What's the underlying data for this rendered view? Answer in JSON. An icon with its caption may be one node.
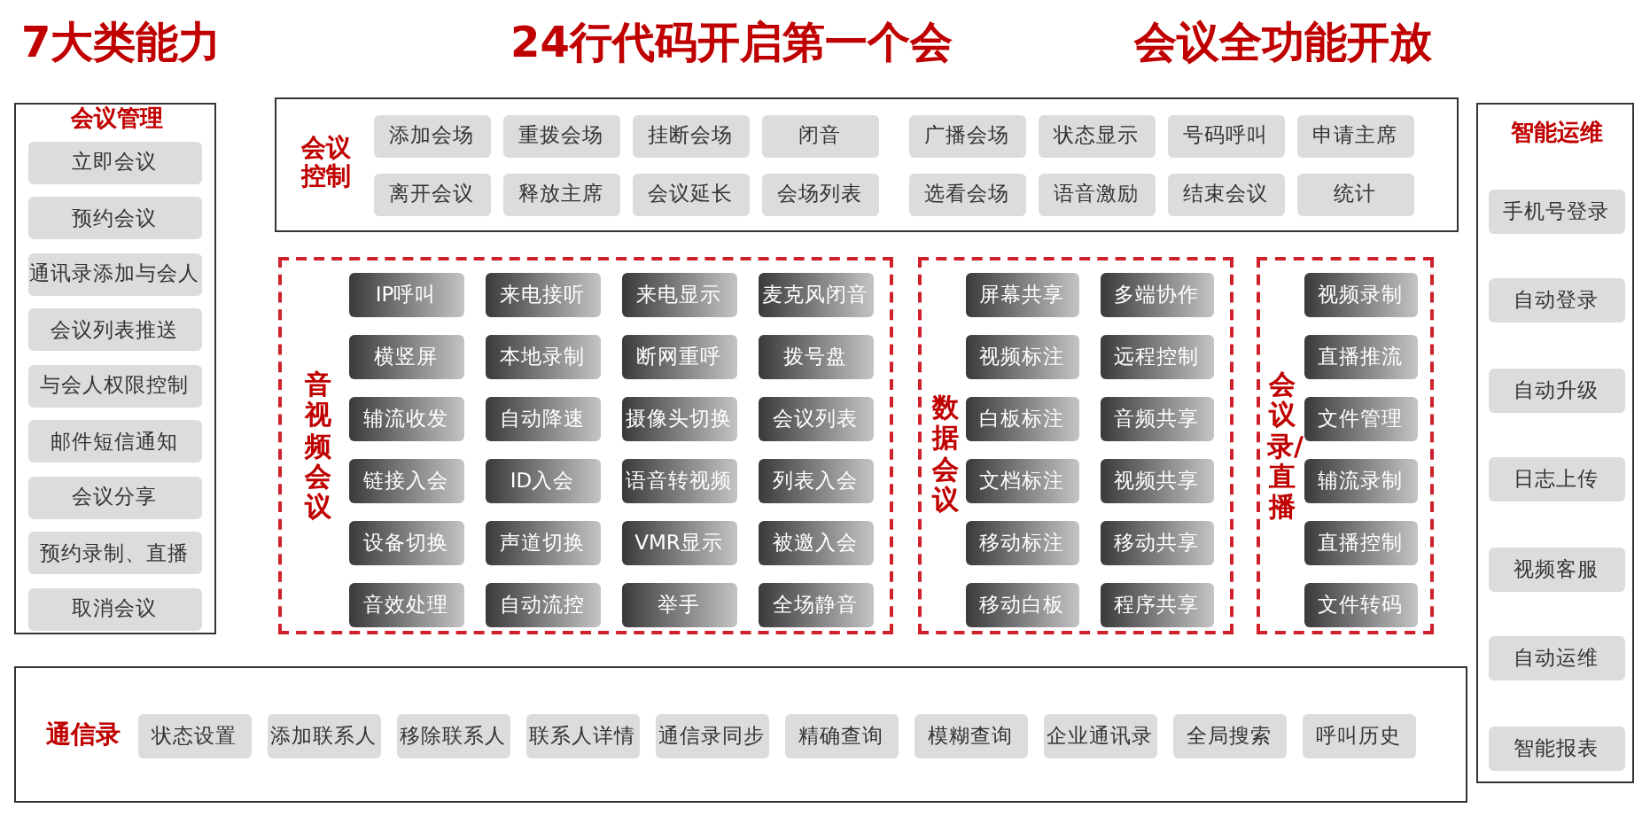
{
  "diagram": {
    "title": "24行代码开启第一个会",
    "labels": [
      "7大类能力",
      "会议全功能开放"
    ],
    "nodes": [
      {
        "text": [
          "会议管理"
        ]
      },
      {
        "text": [
          "立即会议"
        ],
        "in": 0
      },
      {
        "text": [
          "预约会议"
        ],
        "in": 0
      },
      {
        "text": [
          "通讯录添加与会人"
        ],
        "in": 0
      },
      {
        "text": [
          "会议列表推送"
        ],
        "in": 0
      },
      {
        "text": [
          "与会人权限控制"
        ],
        "in": 0
      },
      {
        "text": [
          "邮件短信通知"
        ],
        "in": 0
      },
      {
        "text": [
          "会议分享"
        ],
        "in": 0
      },
      {
        "text": [
          "预约录制、直播"
        ],
        "in": 0
      },
      {
        "text": [
          "取消会议"
        ],
        "in": 0
      },
      {
        "text": [
          "会议控制"
        ]
      },
      {
        "text": [
          "添加会场"
        ],
        "in": 10
      },
      {
        "text": [
          "重拨会场"
        ],
        "in": 10
      },
      {
        "text": [
          "挂断会场"
        ],
        "in": 10
      },
      {
        "text": [
          "闭音"
        ],
        "in": 10
      },
      {
        "text": [
          "广播会场"
        ],
        "in": 10
      },
      {
        "text": [
          "状态显示"
        ],
        "in": 10
      },
      {
        "text": [
          "号码呼叫"
        ],
        "in": 10
      },
      {
        "text": [
          "申请主席"
        ],
        "in": 10
      },
      {
        "text": [
          "离开会议"
        ],
        "in": 10
      },
      {
        "text": [
          "释放主席"
        ],
        "in": 10
      },
      {
        "text": [
          "会议延长"
        ],
        "in": 10
      },
      {
        "text": [
          "会场列表"
        ],
        "in": 10
      },
      {
        "text": [
          "选看会场"
        ],
        "in": 10
      },
      {
        "text": [
          "语音激励"
        ],
        "in": 10
      },
      {
        "text": [
          "结束会议"
        ],
        "in": 10
      },
      {
        "text": [
          "统计"
        ],
        "in": 10
      },
      {
        "text": [
          "音视频会议"
        ]
      },
      {
        "text": [
          "IP呼叫"
        ],
        "in": 27
      },
      {
        "text": [
          "来电接听"
        ],
        "in": 27
      },
      {
        "text": [
          "来电显示"
        ],
        "in": 27
      },
      {
        "text": [
          "麦克风闭音"
        ],
        "in": 27
      },
      {
        "text": [
          "横竖屏"
        ],
        "in": 27
      },
      {
        "text": [
          "本地录制"
        ],
        "in": 27
      },
      {
        "text": [
          "断网重呼"
        ],
        "in": 27
      },
      {
        "text": [
          "拨号盘"
        ],
        "in": 27
      },
      {
        "text": [
          "辅流收发"
        ],
        "in": 27
      },
      {
        "text": [
          "自动降速"
        ],
        "in": 27
      },
      {
        "text": [
          "摄像头切换"
        ],
        "in": 27
      },
      {
        "text": [
          "会议列表"
        ],
        "in": 27
      },
      {
        "text": [
          "链接入会"
        ],
        "in": 27
      },
      {
        "text": [
          "ID入会"
        ],
        "in": 27
      },
      {
        "text": [
          "语音转视频"
        ],
        "in": 27
      },
      {
        "text": [
          "列表入会"
        ],
        "in": 27
      },
      {
        "text": [
          "设备切换"
        ],
        "in": 27
      },
      {
        "text": [
          "声道切换"
        ],
        "in": 27
      },
      {
        "text": [
          "VMR显示"
        ],
        "in": 27
      },
      {
        "text": [
          "被邀入会"
        ],
        "in": 27
      },
      {
        "text": [
          "音效处理"
        ],
        "in": 27
      },
      {
        "text": [
          "自动流控"
        ],
        "in": 27
      },
      {
        "text": [
          "举手"
        ],
        "in": 27
      },
      {
        "text": [
          "全场静音"
        ],
        "in": 27
      },
      {
        "text": [
          "数据会议"
        ]
      },
      {
        "text": [
          "屏幕共享"
        ],
        "in": 52
      },
      {
        "text": [
          "多端协作"
        ],
        "in": 52
      },
      {
        "text": [
          "视频标注"
        ],
        "in": 52
      },
      {
        "text": [
          "远程控制"
        ],
        "in": 52
      },
      {
        "text": [
          "白板标注"
        ],
        "in": 52
      },
      {
        "text": [
          "音频共享"
        ],
        "in": 52
      },
      {
        "text": [
          "文档标注"
        ],
        "in": 52
      },
      {
        "text": [
          "视频共享"
        ],
        "in": 52
      },
      {
        "text": [
          "移动标注"
        ],
        "in": 52
      },
      {
        "text": [
          "移动共享"
        ],
        "in": 52
      },
      {
        "text": [
          "移动白板"
        ],
        "in": 52
      },
      {
        "text": [
          "程序共享"
        ],
        "in": 52
      },
      {
        "text": [
          "会议录/直播"
        ]
      },
      {
        "text": [
          "视频录制"
        ],
        "in": 65
      },
      {
        "text": [
          "直播推流"
        ],
        "in": 65
      },
      {
        "text": [
          "文件管理"
        ],
        "in": 65
      },
      {
        "text": [
          "辅流录制"
        ],
        "in": 65
      },
      {
        "text": [
          "直播控制"
        ],
        "in": 65
      },
      {
        "text": [
          "文件转码"
        ],
        "in": 65
      },
      {
        "text": [
          "智能运维"
        ]
      },
      {
        "text": [
          "手机号登录"
        ],
        "in": 72
      },
      {
        "text": [
          "自动登录"
        ],
        "in": 72
      },
      {
        "text": [
          "自动升级"
        ],
        "in": 72
      },
      {
        "text": [
          "日志上传"
        ],
        "in": 72
      },
      {
        "text": [
          "视频客服"
        ],
        "in": 72
      },
      {
        "text": [
          "自动运维"
        ],
        "in": 72
      },
      {
        "text": [
          "智能报表"
        ],
        "in": 72
      },
      {
        "text": [
          "通信录"
        ]
      },
      {
        "text": [
          "状态设置"
        ],
        "in": 80
      },
      {
        "text": [
          "添加联系人"
        ],
        "in": 80
      },
      {
        "text": [
          "移除联系人"
        ],
        "in": 80
      },
      {
        "text": [
          "联系人详情"
        ],
        "in": 80
      },
      {
        "text": [
          "通信录同步"
        ],
        "in": 80
      },
      {
        "text": [
          "精确查询"
        ],
        "in": 80
      },
      {
        "text": [
          "模糊查询"
        ],
        "in": 80
      },
      {
        "text": [
          "企业通讯录"
        ],
        "in": 80
      },
      {
        "text": [
          "全局搜索"
        ],
        "in": 80
      },
      {
        "text": [
          "呼叫历史"
        ],
        "in": 80
      }
    ]
  }
}
